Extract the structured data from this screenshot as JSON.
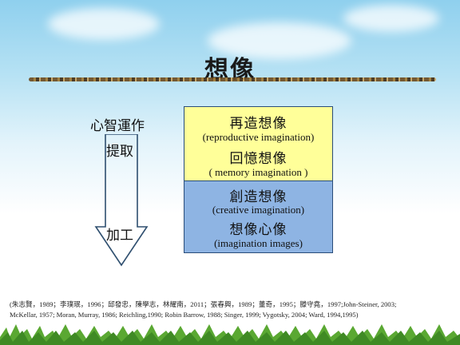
{
  "title": "想像",
  "left": {
    "label_top": "心智運作",
    "label_retrieve": "提取",
    "label_process": "加工"
  },
  "yellow_box": {
    "zh1": "再造想像",
    "en1": "(reproductive imagination)",
    "zh2": "回憶想像",
    "en2": "( memory imagination )"
  },
  "blue_box": {
    "zh1": "創造想像",
    "en1": "(creative imagination)",
    "zh2": "想像心像",
    "en2": "(imagination images)"
  },
  "citation": {
    "line1": "(朱志賢，1989；李璞珉，1996；邱發忠，陳學志，林耀南，2011；張春興，1989；董奇，1995；滕守堯，1997;John-Steiner, 2003;",
    "line2": "McKellar, 1957; Moran,  Murray, 1986; Reichling,1990; Robin Barrow, 1988; Singer, 1999; Vygotsky, 2004; Ward, 1994,1995)"
  },
  "colors": {
    "yellow_box_fill": "#ffff99",
    "blue_box_fill": "#8eb4e3",
    "arrow_stroke": "#2f4f6f"
  }
}
